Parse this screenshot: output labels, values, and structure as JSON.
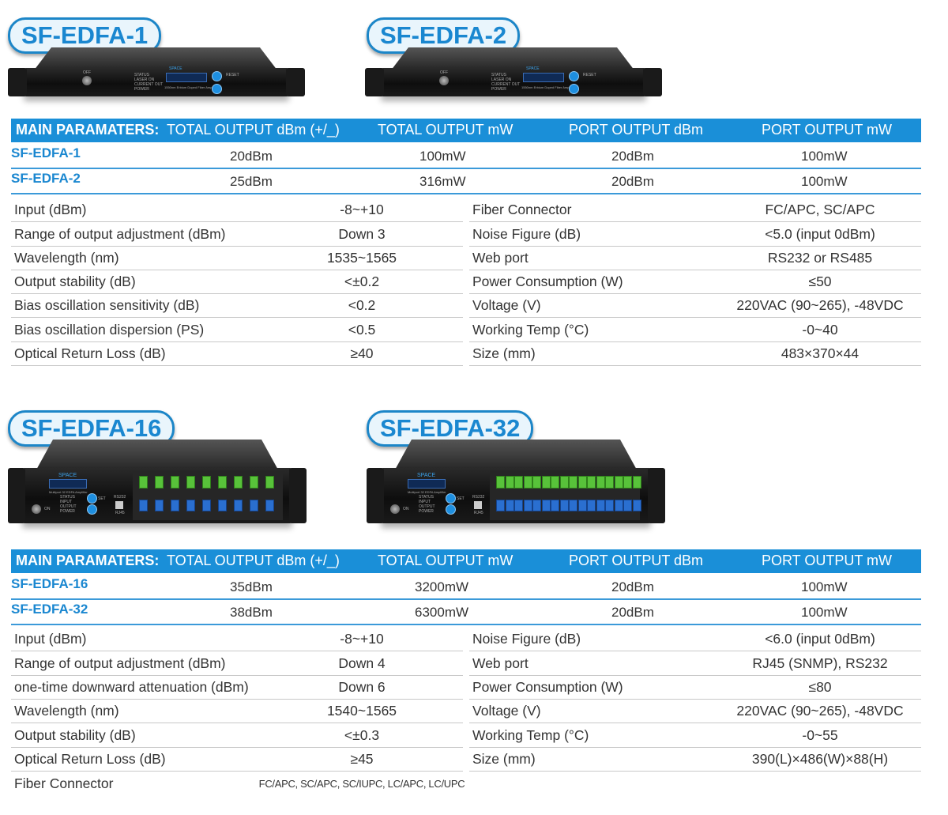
{
  "section1": {
    "badges": [
      "SF-EDFA-1",
      "SF-EDFA-2"
    ],
    "device_texts": {
      "brand": "SPACE",
      "off": "OFF",
      "reset": "RESET",
      "statuses": [
        "STATUS",
        "LASER ON",
        "CURRENT OUT",
        "POWER"
      ],
      "model_label": "1550nm Erbium Doped Fiber Amplifier"
    },
    "header": [
      "MAIN PARAMATERS:",
      "TOTAL OUTPUT dBm (+/_)",
      "TOTAL OUTPUT mW",
      "PORT OUTPUT dBm",
      "PORT OUTPUT mW"
    ],
    "models": [
      {
        "name": "SF-EDFA-1",
        "values": [
          "20dBm",
          "100mW",
          "20dBm",
          "100mW"
        ]
      },
      {
        "name": "SF-EDFA-2",
        "values": [
          "25dBm",
          "316mW",
          "20dBm",
          "100mW"
        ]
      }
    ],
    "left_specs": [
      {
        "label": "Input (dBm)",
        "value": "-8~+10"
      },
      {
        "label": "Range of output adjustment (dBm)",
        "value": "Down 3"
      },
      {
        "label": "Wavelength (nm)",
        "value": "1535~1565"
      },
      {
        "label": "Output stability (dB)",
        "value": "<±0.2"
      },
      {
        "label": "Bias oscillation sensitivity (dB)",
        "value": "<0.2"
      },
      {
        "label": "Bias oscillation dispersion (PS)",
        "value": "<0.5"
      },
      {
        "label": "Optical Return Loss (dB)",
        "value": "≥40"
      }
    ],
    "right_specs": [
      {
        "label": "Fiber Connector",
        "value": "FC/APC, SC/APC"
      },
      {
        "label": "Noise Figure (dB)",
        "value": "<5.0 (input 0dBm)"
      },
      {
        "label": "Web port",
        "value": "RS232 or RS485"
      },
      {
        "label": "Power Consumption (W)",
        "value": "≤50"
      },
      {
        "label": "Voltage (V)",
        "value": "220VAC (90~265), -48VDC"
      },
      {
        "label": "Working Temp (°C)",
        "value": "-0~40"
      },
      {
        "label": "Size (mm)",
        "value": "483×370×44"
      }
    ]
  },
  "section2": {
    "badges": [
      "SF-EDFA-16",
      "SF-EDFA-32"
    ],
    "device_texts": {
      "brand": "SPACE",
      "model_label": "Multiport 32 EDFA Amplifier",
      "statuses": [
        "STATUS",
        "INPUT",
        "OUTPUT",
        "POWER"
      ],
      "set": "SET",
      "on": "ON",
      "rs232": "RS232",
      "rj45": "RJ45"
    },
    "header": [
      "MAIN PARAMATERS:",
      "TOTAL OUTPUT dBm (+/_)",
      "TOTAL OUTPUT mW",
      "PORT OUTPUT dBm",
      "PORT OUTPUT mW"
    ],
    "models": [
      {
        "name": "SF-EDFA-16",
        "values": [
          "35dBm",
          "3200mW",
          "20dBm",
          "100mW"
        ]
      },
      {
        "name": "SF-EDFA-32",
        "values": [
          "38dBm",
          "6300mW",
          "20dBm",
          "100mW"
        ]
      }
    ],
    "left_specs": [
      {
        "label": "Input (dBm)",
        "value": "-8~+10"
      },
      {
        "label": "Range of output adjustment (dBm)",
        "value": "Down 4"
      },
      {
        "label": "one-time downward attenuation (dBm)",
        "value": "Down 6"
      },
      {
        "label": "Wavelength (nm)",
        "value": "1540~1565"
      },
      {
        "label": "Output stability (dB)",
        "value": "<±0.3"
      },
      {
        "label": "Optical Return Loss (dB)",
        "value": "≥45"
      },
      {
        "label": "Fiber Connector",
        "value": "FC/APC, SC/APC, SC/IUPC, LC/APC, LC/UPC"
      }
    ],
    "right_specs": [
      {
        "label": "Noise Figure (dB)",
        "value": "<6.0 (input 0dBm)"
      },
      {
        "label": "Web port",
        "value": "RJ45 (SNMP), RS232"
      },
      {
        "label": "Power Consumption (W)",
        "value": "≤80"
      },
      {
        "label": "Voltage (V)",
        "value": "220VAC (90~265), -48VDC"
      },
      {
        "label": "Working Temp (°C)",
        "value": "-0~55"
      },
      {
        "label": "Size (mm)",
        "value": "390(L)×486(W)×88(H)"
      }
    ]
  }
}
